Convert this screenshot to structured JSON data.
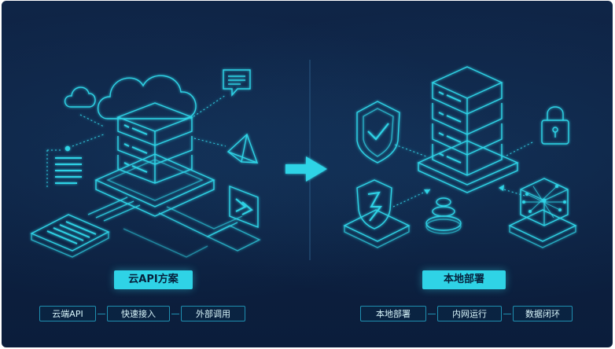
{
  "left": {
    "title": "云API方案",
    "tags": [
      "云端API",
      "快速接入",
      "外部调用"
    ]
  },
  "right": {
    "title": "本地部署",
    "tags": [
      "本地部署",
      "内网运行",
      "数据闭环"
    ]
  },
  "colors": {
    "background": "#0c1f3f",
    "accent": "#2fd3e6",
    "line": "#2fd3e6"
  },
  "icons": {
    "left": [
      "cloud-server-icon",
      "small-cloud-icon",
      "chat-bubble-icon",
      "paper-plane-icon",
      "document-lines-icon",
      "api-card-icon",
      "forward-arrow-icon"
    ],
    "center": "transfer-arrow-icon",
    "right": [
      "server-stack-icon",
      "shield-check-icon",
      "padlock-icon",
      "shield-lightning-icon",
      "stone-stack-icon",
      "network-cube-icon"
    ]
  }
}
